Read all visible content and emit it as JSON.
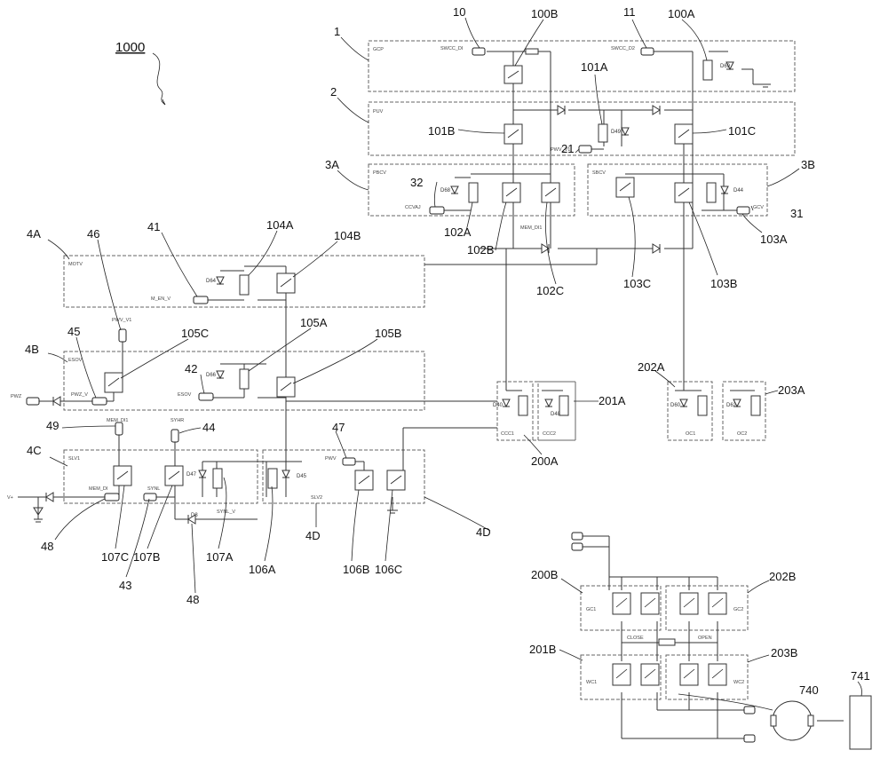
{
  "figure": {
    "ref": "1000"
  },
  "refs": {
    "r1": "1",
    "r2": "2",
    "r3A": "3A",
    "r3B": "3B",
    "r10": "10",
    "r11": "11",
    "r100B": "100B",
    "r100A": "100A",
    "r101A": "101A",
    "r101B": "101B",
    "r101C": "101C",
    "r21": "21",
    "r32": "32",
    "r31": "31",
    "r102A": "102A",
    "r102B": "102B",
    "r102C": "102C",
    "r103A": "103A",
    "r103B": "103B",
    "r103C": "103C",
    "r4A": "4A",
    "r4B": "4B",
    "r4C": "4C",
    "r4D_a": "4D",
    "r4D_b": "4D",
    "r46": "46",
    "r41": "41",
    "r104A": "104A",
    "r104B": "104B",
    "r45": "45",
    "r42": "42",
    "r105A": "105A",
    "r105B": "105B",
    "r105C": "105C",
    "r49": "49",
    "r44": "44",
    "r47": "47",
    "r48_a": "48",
    "r48_b": "48",
    "r43": "43",
    "r107A": "107A",
    "r107B": "107B",
    "r107C": "107C",
    "r106A": "106A",
    "r106B": "106B",
    "r106C": "106C",
    "r200A": "200A",
    "r201A": "201A",
    "r202A": "202A",
    "r203A": "203A",
    "r200B": "200B",
    "r201B": "201B",
    "r202B": "202B",
    "r203B": "203B",
    "r740": "740",
    "r741": "741"
  },
  "small_text": {
    "box1": "GCP",
    "box2": "PUV",
    "box3a": "PBCV",
    "box3b": "SBCV",
    "box4a": "MOTV",
    "box4b": "ESOV",
    "box4c": "SLV1",
    "box4d": "SLV2",
    "swcc_di": "SWCC_DI",
    "swcc_d2": "SWCC_D2",
    "pwv_v1": "PWV_V1",
    "ccvaj": "CCVAJ",
    "gcv": "GCV",
    "mem_di1": "MEM_DI1",
    "m_en_v": "M_EN_V",
    "esov": "ESOV",
    "pwz_v": "PWZ_V",
    "pwz": "PWZ",
    "mem_di": "MEM_DI",
    "synl": "SYNL",
    "synl_v": "SYNL_V",
    "syhr": "SYHR",
    "pwv": "PWV",
    "vplus": "V+",
    "close": "CLOSE",
    "open": "OPEN",
    "ccc1": "CCC1",
    "ccc2": "CCC2",
    "oc1": "OC1",
    "oc2": "OC2",
    "gc1": "GC1",
    "gc2": "GC2",
    "wc1": "WC1",
    "wc2": "WC2",
    "d68": "D68",
    "d40": "D40",
    "d60": "D60",
    "d44": "D44",
    "d64": "D64",
    "d66": "D66",
    "d45": "D45",
    "d47": "D47",
    "d49": "D49",
    "d48": "D48",
    "d62": "D62",
    "d8": "D8",
    "d69": "D69"
  },
  "colors": {
    "ink": "#222222",
    "frame": "#666666",
    "paper": "#ffffff"
  }
}
